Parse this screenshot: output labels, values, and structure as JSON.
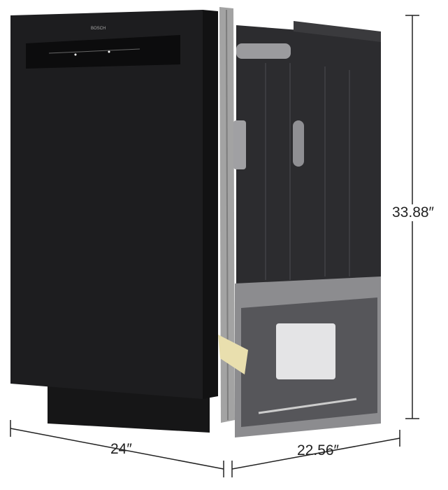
{
  "product": {
    "brand_logo": "BOSCH",
    "description_icon": "dishwasher-cutaway"
  },
  "dimensions": {
    "height": "33.88″",
    "width": "24″",
    "depth": "22.56″"
  },
  "colors": {
    "body": "#1c1c1e",
    "frame": "#9a9a9a",
    "dimension_line": "#222222"
  }
}
